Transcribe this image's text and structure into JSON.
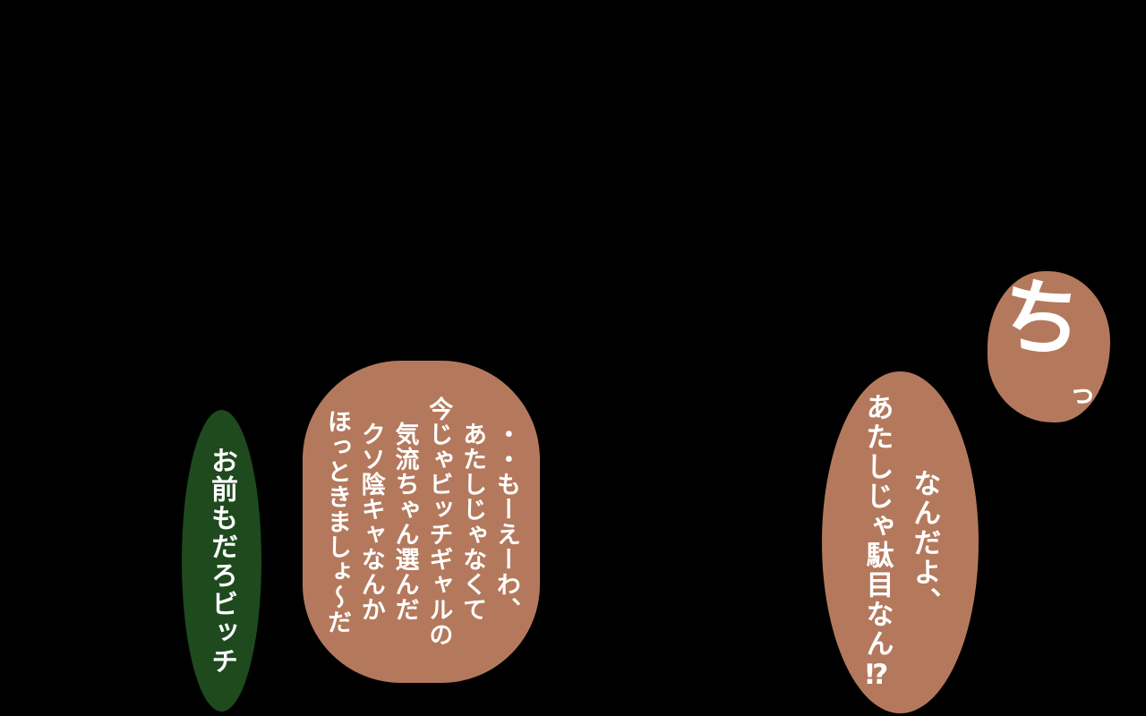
{
  "page": {
    "background": "#000000",
    "bubble_brown": "#b4795c",
    "bubble_green": "#1e4a1e",
    "text_color": "#ffffff"
  },
  "bubbles": {
    "tsk": {
      "main_char": "ち",
      "small_char": "っ"
    },
    "right": {
      "text": "なんだよ、\nあたしじゃ駄目なん⁉"
    },
    "middle": {
      "text": "・・もーえーわ、\nあたしじゃなくて\n今じゃビッチギャルの\n気流ちゃん選んだ\nクソ陰キャなんか\nほっときましょ～だ"
    },
    "left": {
      "text": "お前もだろビッチ"
    }
  }
}
